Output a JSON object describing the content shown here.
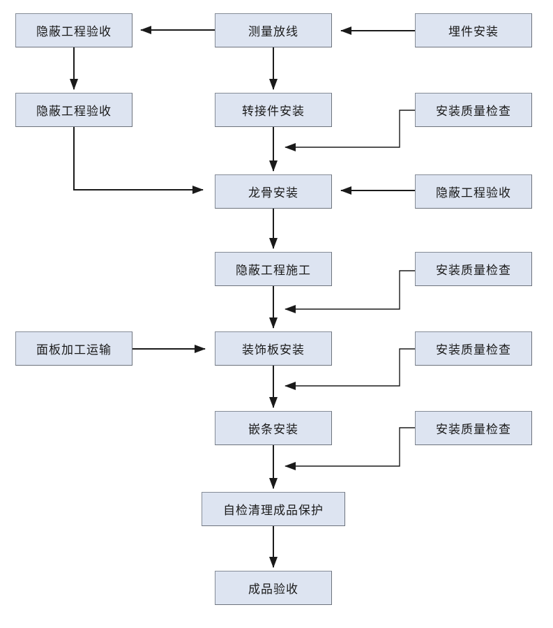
{
  "diagram": {
    "type": "flowchart",
    "background_color": "#ffffff",
    "node_fill_color": "#dde4f1",
    "node_border_color": "#848b96",
    "connector_color": "#1a1a1a",
    "nodes": [
      {
        "id": "hidden-work-acceptance-1",
        "label": "隐蔽工程验收"
      },
      {
        "id": "survey-layout",
        "label": "测量放线"
      },
      {
        "id": "embed-parts-install",
        "label": "埋件安装"
      },
      {
        "id": "hidden-work-acceptance-2",
        "label": "隐蔽工程验收"
      },
      {
        "id": "adapter-install",
        "label": "转接件安装"
      },
      {
        "id": "install-quality-check-1",
        "label": "安装质量检查"
      },
      {
        "id": "keel-install",
        "label": "龙骨安装"
      },
      {
        "id": "hidden-work-acceptance-3",
        "label": "隐蔽工程验收"
      },
      {
        "id": "hidden-work-construction",
        "label": "隐蔽工程施工"
      },
      {
        "id": "install-quality-check-2",
        "label": "安装质量检查"
      },
      {
        "id": "panel-process-transport",
        "label": "面板加工运输"
      },
      {
        "id": "decorative-panel-install",
        "label": "装饰板安装"
      },
      {
        "id": "install-quality-check-3",
        "label": "安装质量检查"
      },
      {
        "id": "trim-strip-install",
        "label": "嵌条安装"
      },
      {
        "id": "install-quality-check-4",
        "label": "安装质量检查"
      },
      {
        "id": "self-check-clean-protect",
        "label": "自检清理成品保护"
      },
      {
        "id": "finished-acceptance",
        "label": "成品验收"
      }
    ],
    "edges": [
      {
        "from": "embed-parts-install",
        "to": "survey-layout"
      },
      {
        "from": "survey-layout",
        "to": "hidden-work-acceptance-1"
      },
      {
        "from": "hidden-work-acceptance-1",
        "to": "hidden-work-acceptance-2"
      },
      {
        "from": "survey-layout",
        "to": "adapter-install"
      },
      {
        "from": "adapter-install",
        "to": "keel-install"
      },
      {
        "from": "install-quality-check-1",
        "to": "adapter-install-keel-install-link"
      },
      {
        "from": "hidden-work-acceptance-2",
        "to": "keel-install"
      },
      {
        "from": "hidden-work-acceptance-3",
        "to": "keel-install"
      },
      {
        "from": "keel-install",
        "to": "hidden-work-construction"
      },
      {
        "from": "hidden-work-construction",
        "to": "decorative-panel-install"
      },
      {
        "from": "install-quality-check-2",
        "to": "hidden-work-construction-decorative-panel-link"
      },
      {
        "from": "panel-process-transport",
        "to": "decorative-panel-install"
      },
      {
        "from": "decorative-panel-install",
        "to": "trim-strip-install"
      },
      {
        "from": "install-quality-check-3",
        "to": "decorative-panel-trim-strip-link"
      },
      {
        "from": "trim-strip-install",
        "to": "self-check-clean-protect"
      },
      {
        "from": "install-quality-check-4",
        "to": "trim-strip-self-check-link"
      },
      {
        "from": "self-check-clean-protect",
        "to": "finished-acceptance"
      }
    ]
  }
}
